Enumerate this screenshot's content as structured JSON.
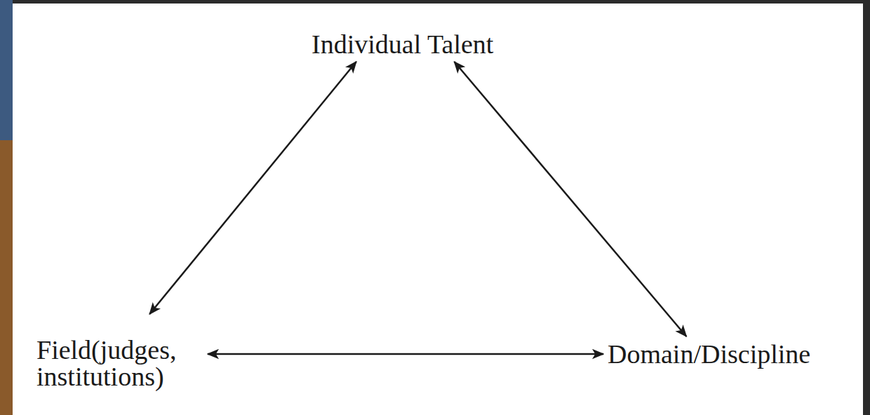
{
  "diagram": {
    "nodes": [
      {
        "text": [
          "Individual Talent"
        ]
      },
      {
        "text": [
          "Field(judges, institutions)"
        ]
      },
      {
        "text": [
          "Domain/Discipline"
        ]
      }
    ],
    "edges": [
      {
        "from": 0,
        "to": 1,
        "arrow": "both"
      },
      {
        "from": 0,
        "to": 2,
        "arrow": "both"
      },
      {
        "from": 1,
        "to": 2,
        "arrow": "both"
      }
    ]
  }
}
